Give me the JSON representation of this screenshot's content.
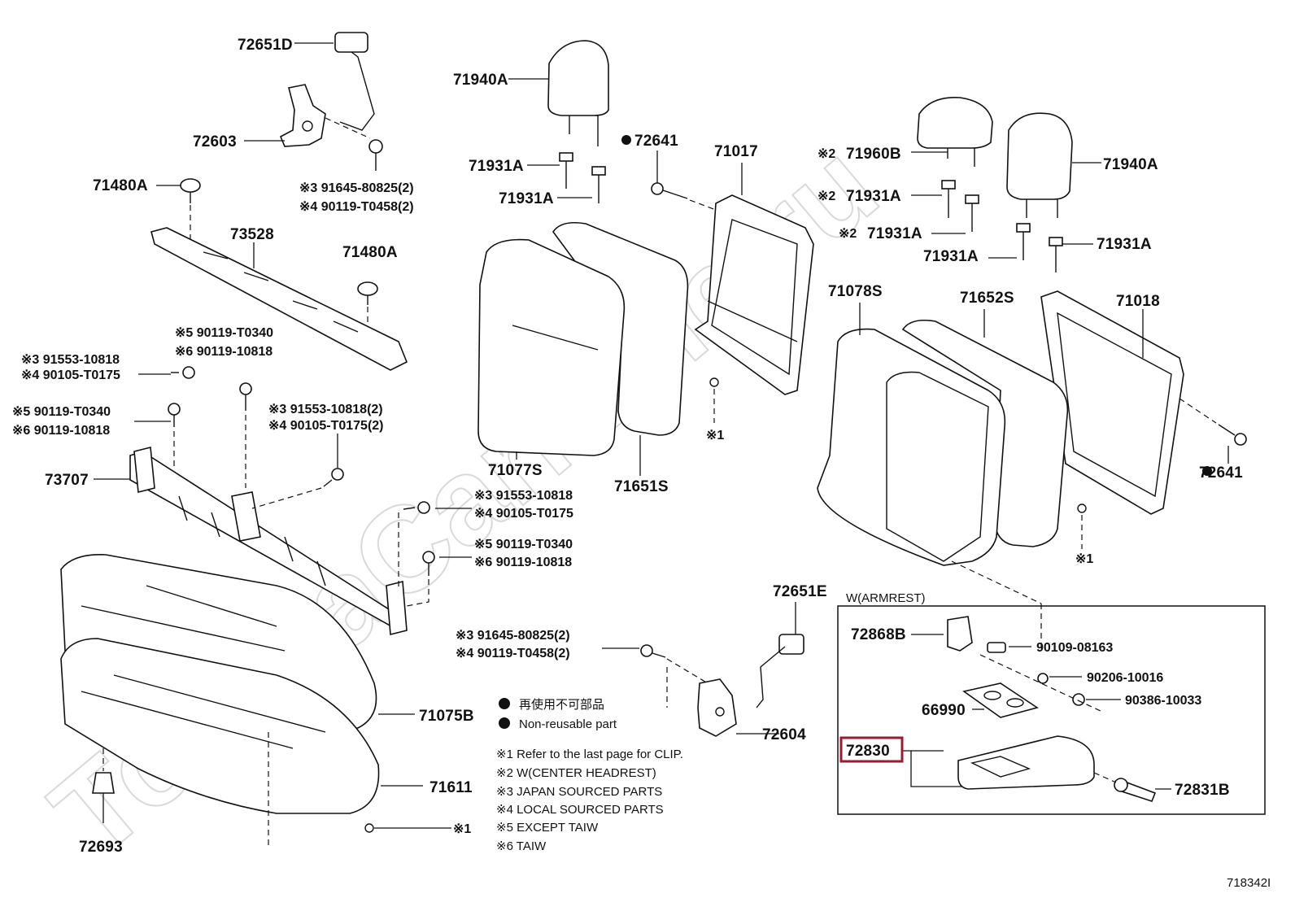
{
  "watermark": "ToyotaCarMine.ru",
  "diagram_id": "718342I",
  "callouts": {
    "c72651D": "72651D",
    "c72603": "72603",
    "c71480A_left": "71480A",
    "c73528": "73528",
    "c71480A_mid": "71480A",
    "c73707": "73707",
    "c71075B": "71075B",
    "c71611": "71611",
    "c72693": "72693",
    "c71940A_left": "71940A",
    "c72641_top": "72641",
    "c71931A_1": "71931A",
    "c71931A_2": "71931A",
    "c71017": "71017",
    "c71077S": "71077S",
    "c71651S": "71651S",
    "c71960B": "71960B",
    "c71940A_right": "71940A",
    "c71931A_3": "71931A",
    "c71931A_4": "71931A",
    "c71931A_5": "71931A",
    "c71931A_6": "71931A",
    "c71078S": "71078S",
    "c71652S": "71652S",
    "c71018": "71018",
    "c72641_right": "72641",
    "c72651E": "72651E",
    "c72604": "72604",
    "c72868B": "72868B",
    "c90109": "90109-08163",
    "c90206": "90206-10016",
    "c66990": "66990",
    "c90386": "90386-10033",
    "c72830": "72830",
    "c72831B": "72831B"
  },
  "marked": {
    "m2_71960B": "※2",
    "m2_71931A_a": "※2",
    "m2_71931A_b": "※2",
    "m1_mid": "※1",
    "m1_right": "※1",
    "m1_bottom": "※1"
  },
  "fastener_groups": {
    "g1": [
      "※3 91645-80825(2)",
      "※4 90119-T0458(2)"
    ],
    "g2": [
      "※5 90119-T0340",
      "※6 90119-10818"
    ],
    "g3": [
      "※3 91553-10818",
      "※4 90105-T0175"
    ],
    "g4": [
      "※5 90119-T0340",
      "※6 90119-10818"
    ],
    "g5": [
      "※3 91553-10818(2)",
      "※4 90105-T0175(2)"
    ],
    "g6": [
      "※3 91553-10818",
      "※4 90105-T0175"
    ],
    "g7": [
      "※5 90119-T0340",
      "※6 90119-10818"
    ],
    "g8": [
      "※3 91645-80825(2)",
      "※4 90119-T0458(2)"
    ]
  },
  "armrest_box_title": "W(ARMREST)",
  "legend": {
    "jp": "再使用不可部品",
    "en": "Non-reusable part"
  },
  "notes": [
    "※1 Refer to the last page for CLIP.",
    "※2 W(CENTER HEADREST)",
    "※3 JAPAN SOURCED PARTS",
    "※4 LOCAL SOURCED PARTS",
    "※5 EXCEPT TAIW",
    "※6 TAIW"
  ],
  "highlight_color": "#9b1b30"
}
